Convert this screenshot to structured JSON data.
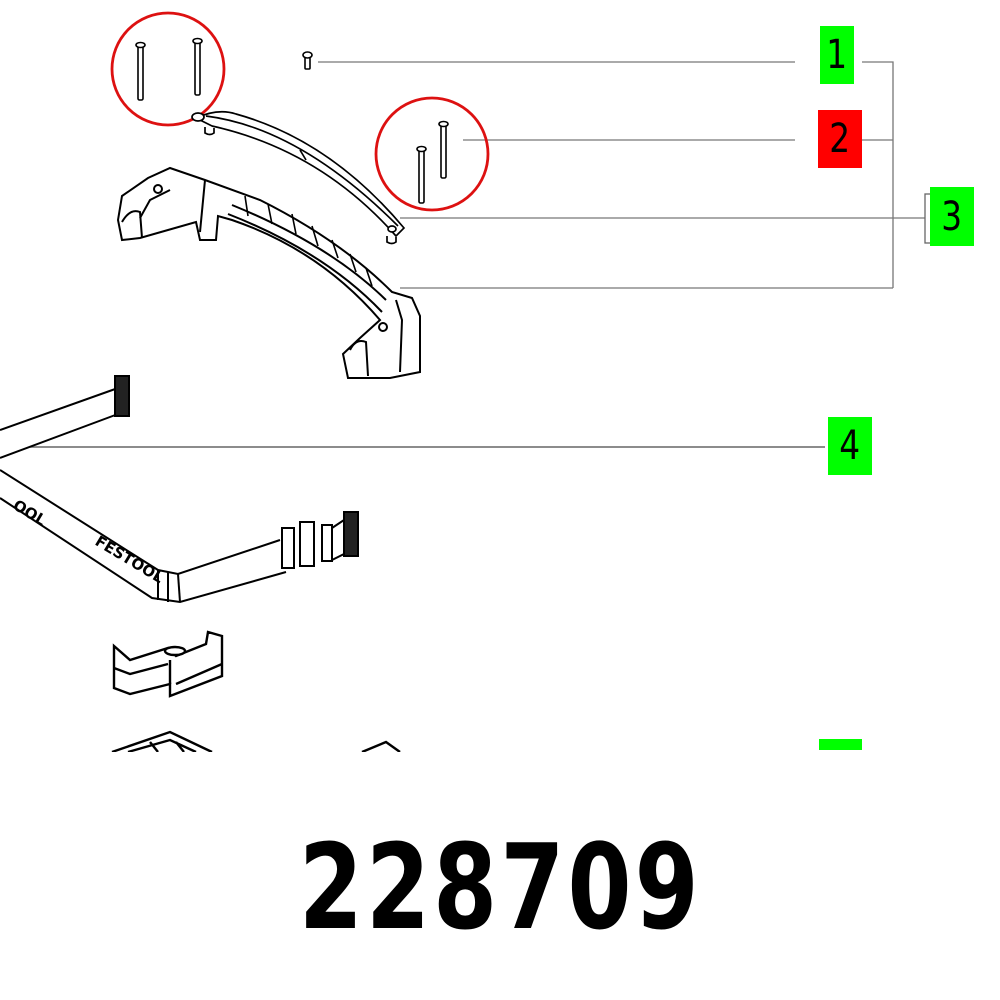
{
  "diagram": {
    "type": "exploded-parts-diagram",
    "part_number": "228709",
    "brand_marking": "FESTOOL",
    "colors": {
      "callout_green": "#00ff00",
      "callout_red": "#ff0000",
      "highlight_circle": "#dd1111",
      "leader_line": "#777777",
      "line_art": "#000000",
      "background": "#ffffff"
    },
    "callouts": [
      {
        "id": "1",
        "label": "1",
        "color": "#00ff00",
        "status": "available",
        "part": "small screw"
      },
      {
        "id": "2",
        "label": "2",
        "color": "#ff0000",
        "status": "highlighted",
        "part": "long screws (circled)"
      },
      {
        "id": "3",
        "label": "3",
        "color": "#00ff00",
        "status": "available",
        "part": "handle cover / handle assembly"
      },
      {
        "id": "4",
        "label": "4",
        "color": "#00ff00",
        "status": "available",
        "part": "shoulder strap with buckle"
      },
      {
        "id": "5",
        "label": "",
        "color": "#00ff00",
        "status": "partially-visible",
        "part": "cut off"
      }
    ],
    "highlight_circles": [
      {
        "name": "screws-circle-left",
        "contains": "2 long screws"
      },
      {
        "name": "screws-circle-right",
        "contains": "2 long screws"
      }
    ],
    "parts_shown": [
      "small screw",
      "long screws",
      "handle top cover",
      "handle body",
      "shoulder strap",
      "clamp bracket",
      "base pads (cut off)"
    ]
  }
}
